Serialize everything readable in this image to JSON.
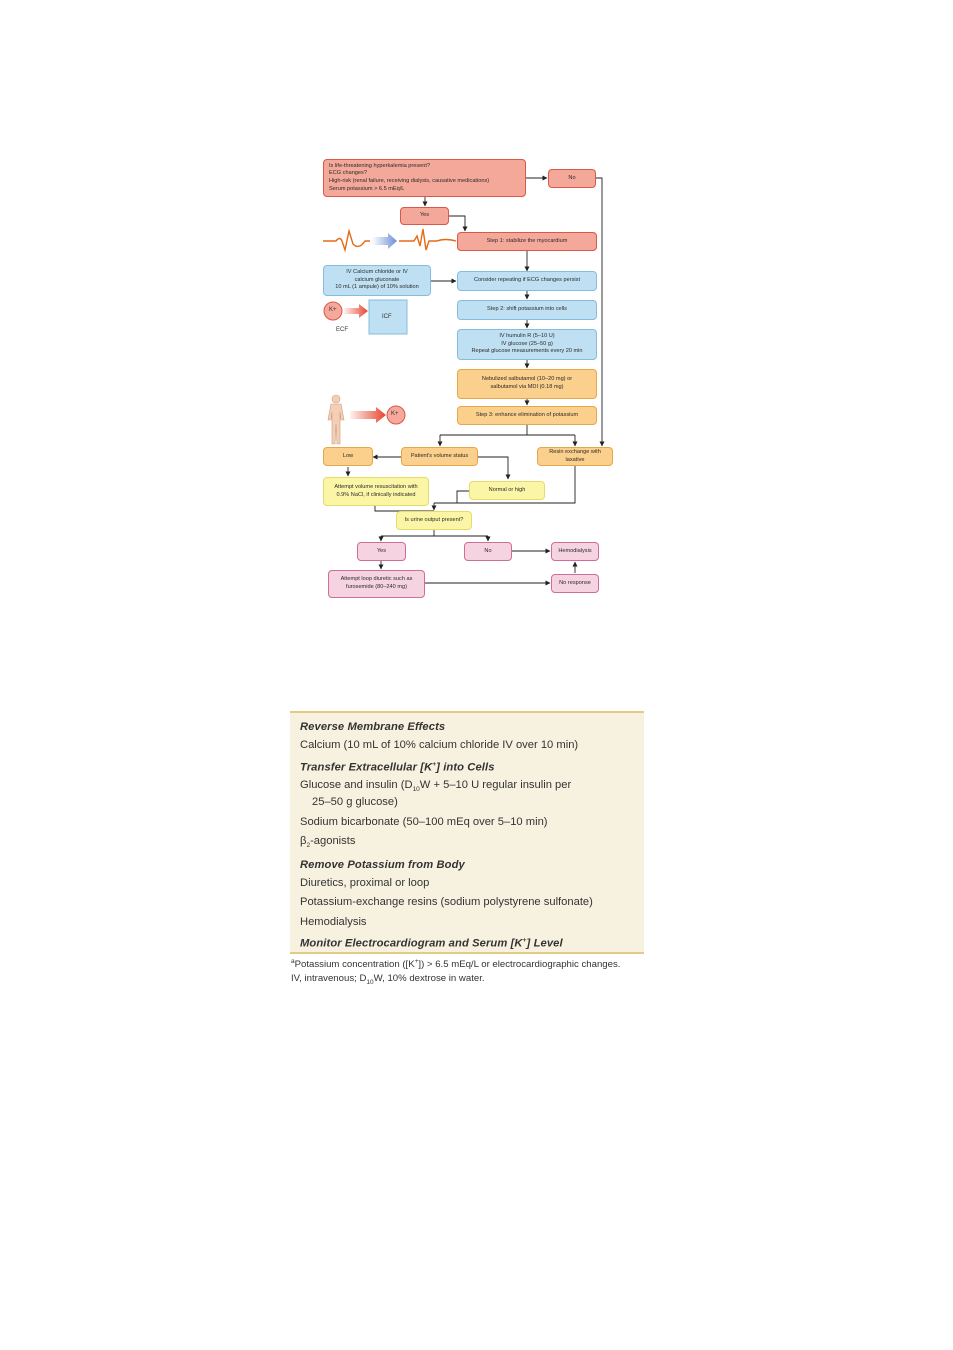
{
  "flowchart": {
    "q_lines": [
      "Is life-threatening hyperkalemia present?",
      "ECG changes?",
      "High-risk (renal failure, receiving dialysis, causative medications)",
      "Serum potassium > 6.5 mEq/L"
    ],
    "no_top": "No",
    "yes_top": "Yes",
    "step1": "Step 1: stabilize the myocardium",
    "calcium_lines": [
      "IV Calcium chloride or IV",
      "calcium gluconate",
      "10 mL (1 ampule) of 10% solution"
    ],
    "repeat": "Consider repeating if ECG changes persist",
    "kplus": "K+",
    "icf": "ICF",
    "ecf": "ECF",
    "step2": "Step 2: shift potassium into cells",
    "insulin_lines": [
      "IV humulin R (5–10 U)",
      "IV glucose (25–50 g)",
      "Repeat glucose measurements every 20 min"
    ],
    "salbutamol_lines": [
      "Nebulized salbutamol (10–20 mg) or",
      "salbutamol via MDI (0.18 mg)"
    ],
    "kplus2": "K+",
    "step3": "Step 3: enhance elimination of potassium",
    "low": "Low",
    "volume_status": "Patient's volume status",
    "resin_lines": [
      "Resin exchange with",
      "laxative"
    ],
    "resus_lines": [
      "Attempt volume resuscitation with",
      "0.9% NaCl, if clinically indicated"
    ],
    "normal_high": "Normal or high",
    "urine_q": "Is urine output present?",
    "yes_bottom": "Yes",
    "no_bottom": "No",
    "hemodialysis_box": "Hemodialysis",
    "loop_lines": [
      "Attempt loop diuretic such as",
      "furosemide (80–240 mg)"
    ],
    "no_response": "No response"
  },
  "table": {
    "h1": "Reverse Membrane Effects",
    "calcium": "Calcium (10 mL of 10% calcium chloride IV over 10 min)",
    "h2_pre": "Transfer Extracellular [K",
    "h2_sup": "+",
    "h2_post": "] into Cells",
    "glucose_a": "Glucose and insulin (D",
    "glucose_sub": "10",
    "glucose_b": "W + 5–10 U regular insulin per",
    "glucose_c": "25–50 g glucose)",
    "bicarb": "Sodium bicarbonate (50–100 mEq over 5–10 min)",
    "beta_pre": "β",
    "beta_sub": "2",
    "beta_post": "-agonists",
    "h3": "Remove Potassium from Body",
    "diuretics": "Diuretics, proximal or loop",
    "resins": "Potassium-exchange resins (sodium polystyrene sulfonate)",
    "hemo": "Hemodialysis",
    "h4_pre": "Monitor Electrocardiogram and Serum [K",
    "h4_sup": "+",
    "h4_post": "] Level"
  },
  "footnote": {
    "mark": "a",
    "l1_pre": "Potassium concentration ([K",
    "l1_sup": "+",
    "l1_post": "]) > 6.5 mEq/L or electrocardiographic changes.",
    "l2_pre": "IV, intravenous; D",
    "l2_sub": "10",
    "l2_post": "W, 10% dextrose in water."
  }
}
